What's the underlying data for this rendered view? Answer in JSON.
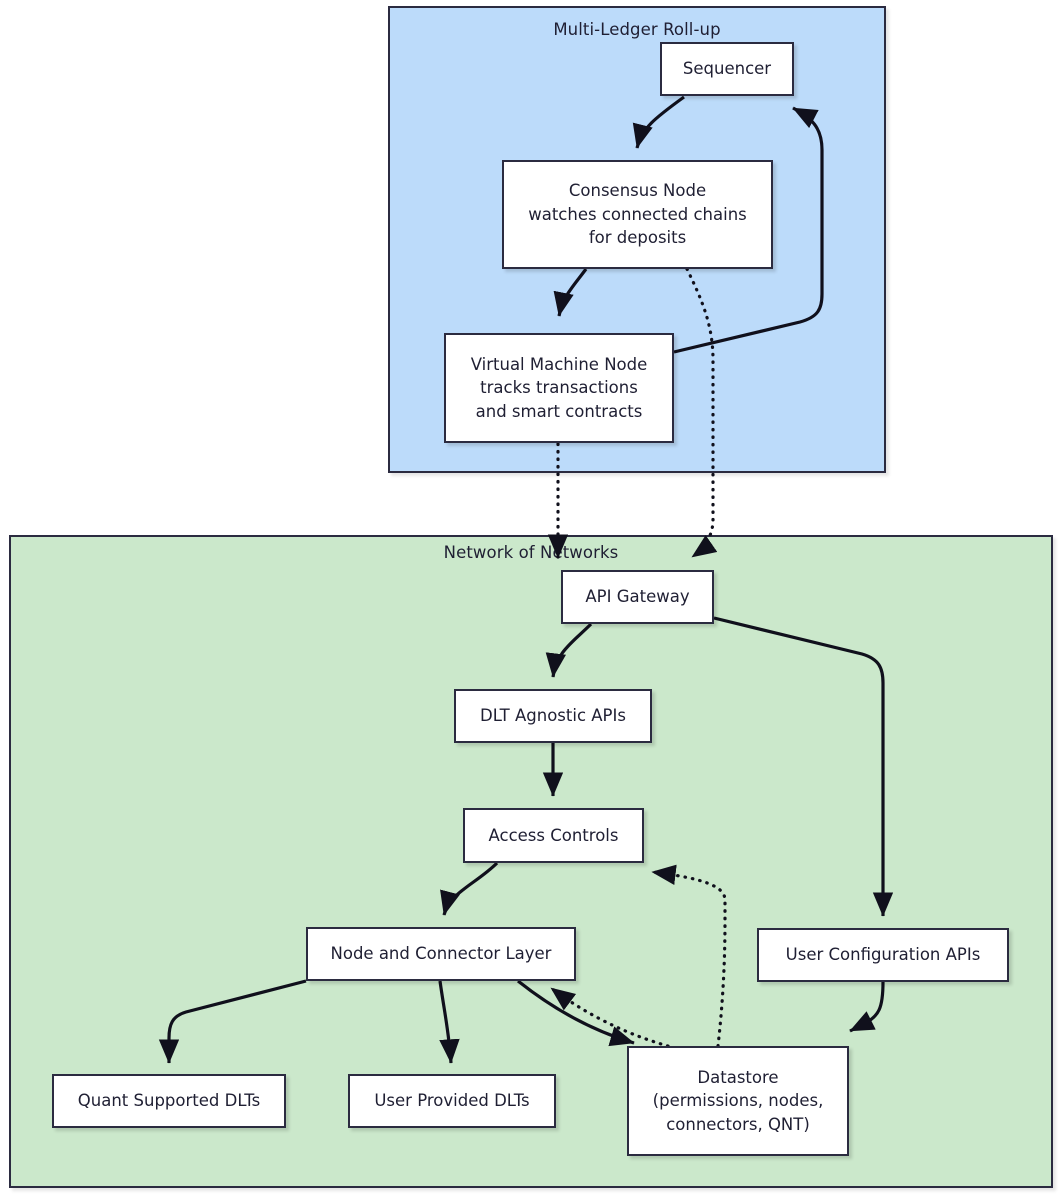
{
  "diagram": {
    "title": "Quant Network architecture flowchart",
    "colors": {
      "rollup_fill": "#bcdbfa",
      "network_fill": "#cbe8cb",
      "node_fill": "#ffffff",
      "stroke": "#2b2b40",
      "text": "#1f1f33"
    },
    "subgraphs": [
      {
        "id": "rollup",
        "label": "Multi-Ledger Roll-up"
      },
      {
        "id": "netnet",
        "label": "Network of Networks"
      }
    ],
    "nodes": [
      {
        "id": "sequencer",
        "label": "Sequencer",
        "subgraph": "rollup"
      },
      {
        "id": "consensus",
        "label": "Consensus Node\nwatches connected chains\nfor deposits",
        "subgraph": "rollup"
      },
      {
        "id": "vm",
        "label": "Virtual Machine Node\ntracks transactions\nand smart contracts",
        "subgraph": "rollup"
      },
      {
        "id": "api_gateway",
        "label": "API Gateway",
        "subgraph": "netnet"
      },
      {
        "id": "dlt_apis",
        "label": "DLT Agnostic APIs",
        "subgraph": "netnet"
      },
      {
        "id": "access_controls",
        "label": "Access Controls",
        "subgraph": "netnet"
      },
      {
        "id": "node_connector",
        "label": "Node and Connector Layer",
        "subgraph": "netnet"
      },
      {
        "id": "user_config_apis",
        "label": "User Configuration APIs",
        "subgraph": "netnet"
      },
      {
        "id": "quant_dlts",
        "label": "Quant Supported DLTs",
        "subgraph": "netnet"
      },
      {
        "id": "user_dlts",
        "label": "User Provided DLTs",
        "subgraph": "netnet"
      },
      {
        "id": "datastore",
        "label": "Datastore\n(permissions, nodes,\nconnectors, QNT)",
        "subgraph": "netnet"
      }
    ],
    "edges": [
      {
        "from": "sequencer",
        "to": "consensus",
        "style": "solid"
      },
      {
        "from": "consensus",
        "to": "vm",
        "style": "solid"
      },
      {
        "from": "vm",
        "to": "sequencer",
        "style": "solid"
      },
      {
        "from": "vm",
        "to": "api_gateway",
        "style": "dotted"
      },
      {
        "from": "consensus",
        "to": "api_gateway",
        "style": "dotted"
      },
      {
        "from": "api_gateway",
        "to": "dlt_apis",
        "style": "solid"
      },
      {
        "from": "api_gateway",
        "to": "user_config_apis",
        "style": "solid"
      },
      {
        "from": "dlt_apis",
        "to": "access_controls",
        "style": "solid"
      },
      {
        "from": "access_controls",
        "to": "node_connector",
        "style": "solid"
      },
      {
        "from": "datastore",
        "to": "access_controls",
        "style": "dotted"
      },
      {
        "from": "node_connector",
        "to": "quant_dlts",
        "style": "solid"
      },
      {
        "from": "node_connector",
        "to": "user_dlts",
        "style": "solid"
      },
      {
        "from": "node_connector",
        "to": "datastore",
        "style": "solid"
      },
      {
        "from": "datastore",
        "to": "node_connector",
        "style": "dotted"
      },
      {
        "from": "user_config_apis",
        "to": "datastore",
        "style": "solid"
      }
    ]
  }
}
